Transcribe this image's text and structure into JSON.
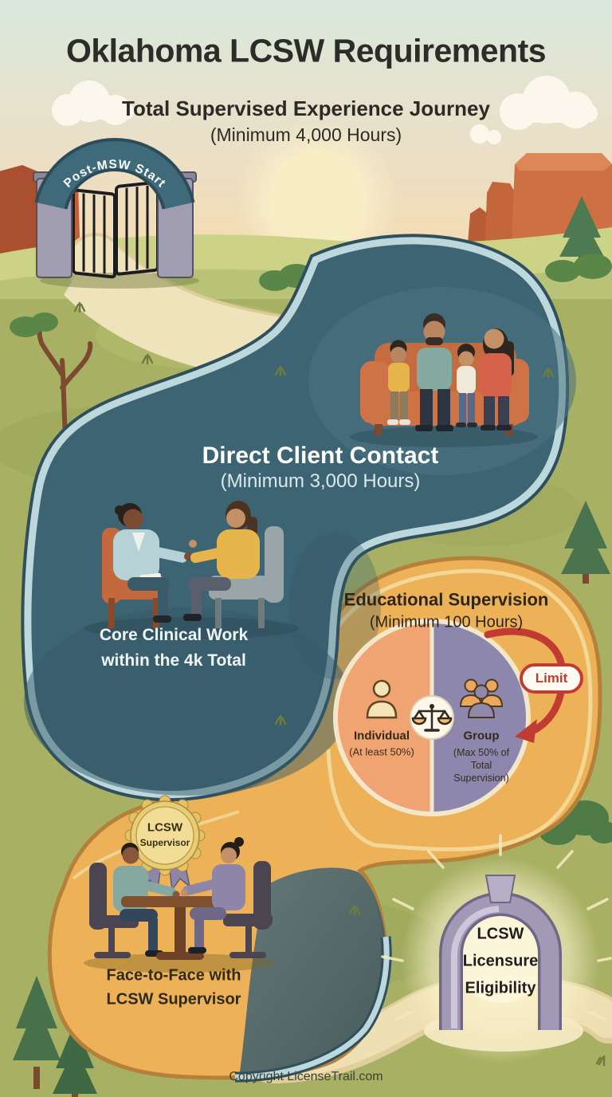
{
  "header": {
    "title": "Oklahoma LCSW Requirements",
    "subtitle": "Total Supervised Experience Journey",
    "subtitle_note": "(Minimum 4,000 Hours)"
  },
  "start_gate": {
    "label": "Post-MSW Start"
  },
  "stage_direct_client_contact": {
    "title": "Direct Client Contact",
    "note": "(Minimum 3,000 Hours)",
    "caption_line1": "Core Clinical Work",
    "caption_line2": "within the 4k Total"
  },
  "stage_educational_supervision": {
    "title": "Educational Supervision",
    "note": "(Minimum 100 Hours)",
    "pie": {
      "individual_label": "Individual",
      "individual_note": "(At least 50%)",
      "group_label": "Group",
      "group_note_line1": "(Max 50% of",
      "group_note_line2": "Total",
      "group_note_line3": "Supervision)",
      "limit_badge": "Limit"
    }
  },
  "stage_supervisor": {
    "badge_line1": "LCSW",
    "badge_line2": "Supervisor",
    "caption_line1": "Face-to-Face with",
    "caption_line2": "LCSW Supervisor"
  },
  "stage_eligibility": {
    "line1": "LCSW",
    "line2": "Licensure",
    "line3": "Eligibility"
  },
  "footer": {
    "copyright": "Copyright LicenseTrail.com"
  },
  "chart_data": {
    "type": "pie",
    "title": "Educational Supervision (Minimum 100 Hours)",
    "categories": [
      "Individual",
      "Group"
    ],
    "values": [
      50,
      50
    ],
    "labels": [
      "At least 50%",
      "Max 50% of Total Supervision"
    ],
    "colors": [
      "#F0A471",
      "#8D86AD"
    ],
    "annotations": [
      "Limit"
    ],
    "legend_position": "inside"
  },
  "colors": {
    "sky_top": "#d9e8dc",
    "sky_bottom": "#f6dcac",
    "grass": "#a7b063",
    "teal_blob": "#3d6473",
    "teal_border": "#bcd8dc",
    "orange_blob": "#edb257",
    "orange_border": "#b5803a",
    "path_cream": "#efe3bc",
    "pie_individual": "#f0a471",
    "pie_group": "#8d86ad",
    "limit_red": "#c23b32",
    "arch_purple": "#a199b6",
    "mesa": "#cd7044"
  }
}
